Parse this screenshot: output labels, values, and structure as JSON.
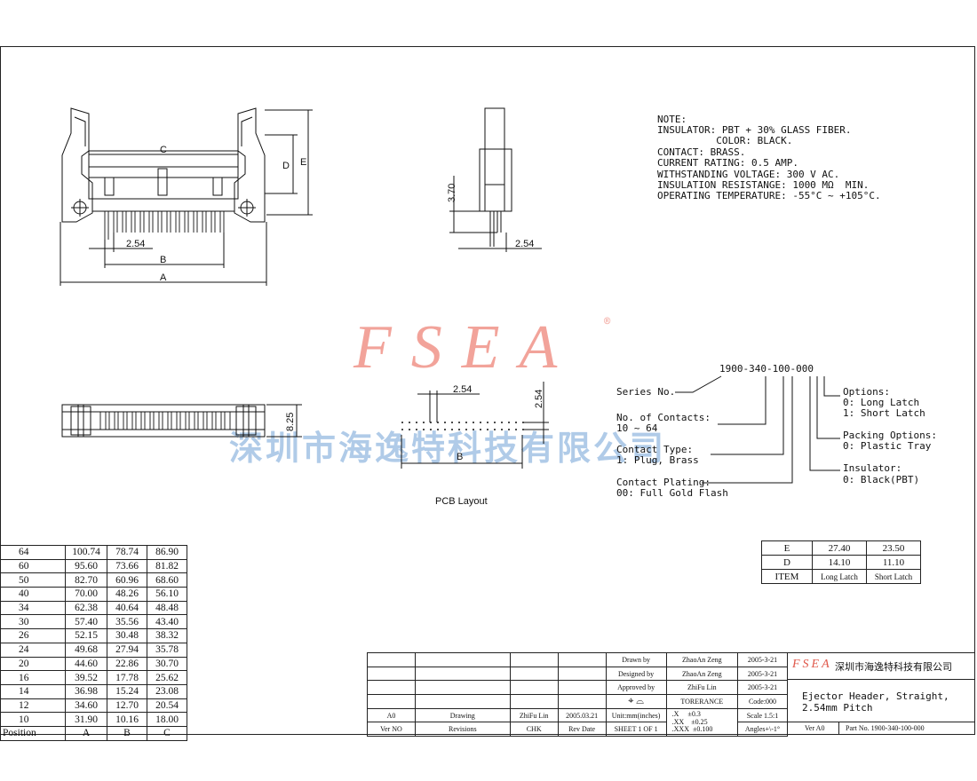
{
  "watermark": {
    "brand": "FSEA",
    "registered": "®",
    "company_cn": "深圳市海逸特科技有限公司"
  },
  "notes": {
    "heading": "NOTE:",
    "lines": [
      "INSULATOR: PBT + 30% GLASS FIBER.",
      "          COLOR: BLACK.",
      "CONTACT: BRASS.",
      "CURRENT RATING: 0.5 AMP.",
      "WITHSTANDING VOLTAGE: 300 V AC.",
      "INSULATION RESISTANGE: 1000 MΩ  MIN.",
      "OPERATING TEMPERATURE: -55°C ~ +105°C."
    ]
  },
  "front_view": {
    "c": "C",
    "d": "D",
    "e": "E",
    "pitch": "2.54",
    "b": "B",
    "a": "A"
  },
  "side_view": {
    "height": "3.70",
    "pitch": "2.54"
  },
  "bottom_view": {
    "height": "8.25"
  },
  "pcb_layout": {
    "pitch_h": "2.54",
    "pitch_v": "2.54",
    "b": "B",
    "caption": "PCB Layout"
  },
  "part_number": {
    "code": "1900-340-100-000",
    "left": [
      {
        "title": "Series No.",
        "value": ""
      },
      {
        "title": "No. of Contacts:",
        "value": "10 ~ 64"
      },
      {
        "title": "Contact Type:",
        "value": "1: Plug, Brass"
      },
      {
        "title": "Contact Plating:",
        "value": "00: Full Gold Flash"
      }
    ],
    "right": [
      {
        "title": "Options:",
        "lines": [
          "0: Long Latch",
          "1: Short Latch"
        ]
      },
      {
        "title": "Packing Options:",
        "lines": [
          "0: Plastic Tray"
        ]
      },
      {
        "title": "Insulator:",
        "lines": [
          "0: Black(PBT)"
        ]
      }
    ]
  },
  "ed_table": {
    "rows": [
      [
        "E",
        "27.40",
        "23.50"
      ],
      [
        "D",
        "14.10",
        "11.10"
      ],
      [
        "ITEM",
        "Long Latch",
        "Short Latch"
      ]
    ]
  },
  "position_table": {
    "rows": [
      [
        "64",
        "100.74",
        "78.74",
        "86.90"
      ],
      [
        "60",
        "95.60",
        "73.66",
        "81.82"
      ],
      [
        "50",
        "82.70",
        "60.96",
        "68.60"
      ],
      [
        "40",
        "70.00",
        "48.26",
        "56.10"
      ],
      [
        "34",
        "62.38",
        "40.64",
        "48.48"
      ],
      [
        "30",
        "57.40",
        "35.56",
        "43.40"
      ],
      [
        "26",
        "52.15",
        "30.48",
        "38.32"
      ],
      [
        "24",
        "49.68",
        "27.94",
        "35.78"
      ],
      [
        "20",
        "44.60",
        "22.86",
        "30.70"
      ],
      [
        "16",
        "39.52",
        "17.78",
        "25.62"
      ],
      [
        "14",
        "36.98",
        "15.24",
        "23.08"
      ],
      [
        "12",
        "34.60",
        "12.70",
        "20.54"
      ],
      [
        "10",
        "31.90",
        "10.16",
        "18.00"
      ]
    ],
    "header": [
      "Position",
      "A",
      "B",
      "C"
    ]
  },
  "title_block": {
    "rev_row": [
      "A0",
      "Drawing",
      "ZhiFu Lin",
      "2005.03.21",
      "Unit:mm(inches)"
    ],
    "label_row": [
      "Ver NO",
      "Revisions",
      "CHK",
      "Rev Date",
      "SHEET 1 OF 1"
    ],
    "approvals": [
      {
        "role": "Drawn  by",
        "name": "ZhaoAn Zeng",
        "date": "2005-3-21"
      },
      {
        "role": "Designed by",
        "name": "ZhaoAn Zeng",
        "date": "2005-3-21"
      },
      {
        "role": "Approved by",
        "name": "ZhiFu Lin",
        "date": "2005-3-21"
      }
    ],
    "tolerance_label": "TORERANCE",
    "tolerances": [
      ".X     ±0.3",
      ".XX    ±0.25",
      ".XXX  ±0.100"
    ],
    "code": "Code:000",
    "scale": "Scale 1.5:1",
    "angles": "Angles+\\-1°",
    "logo": "FSEA",
    "company": "深圳市海逸特科技有限公司",
    "title_line1": "Ejector Header, Straight,",
    "title_line2": "2.54mm Pitch",
    "ver": "Ver A0",
    "part_no": "Part No. 1900-340-100-000"
  }
}
